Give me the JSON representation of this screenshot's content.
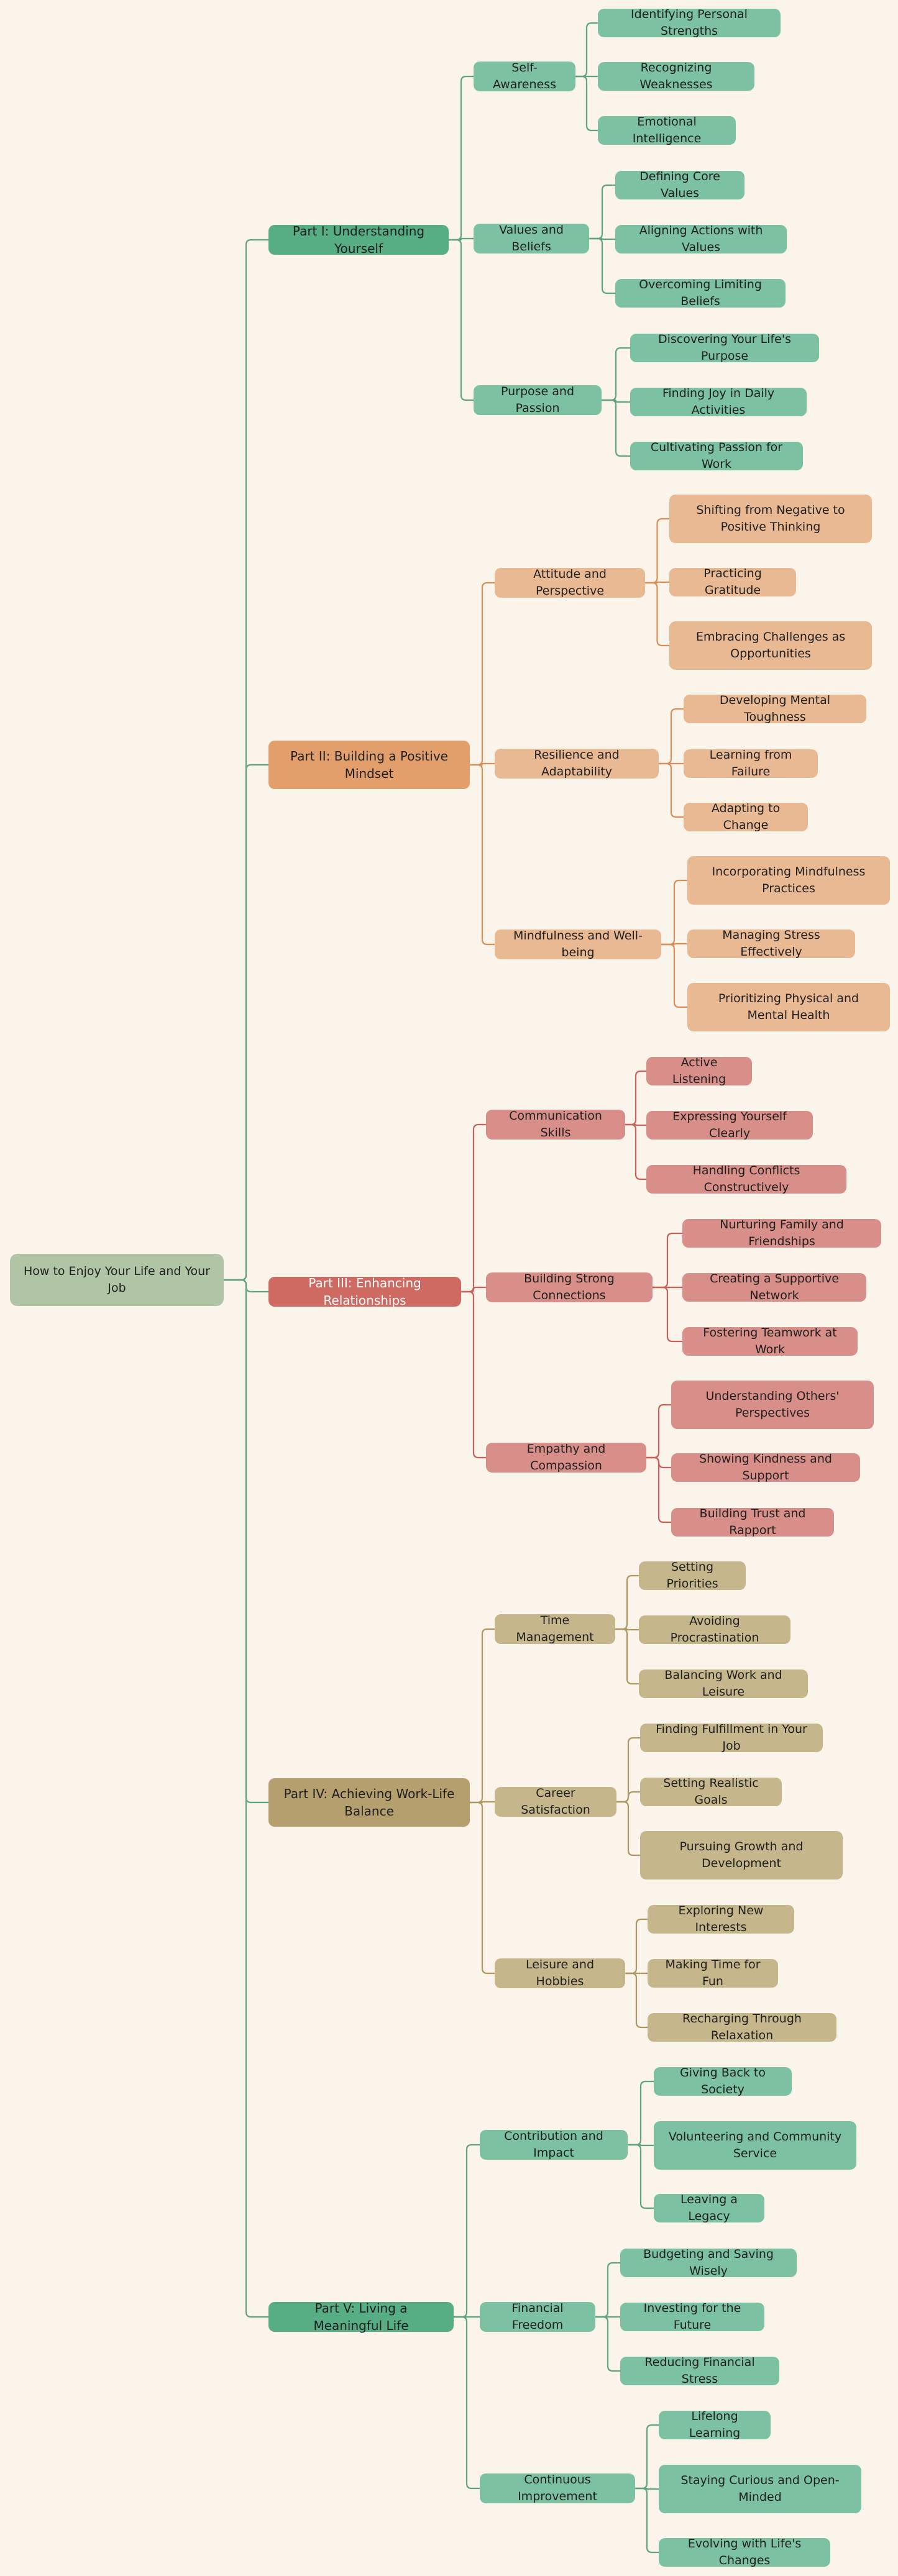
{
  "root": "How to Enjoy Your Life and Your Job",
  "colors": {
    "background": "#faf4ea",
    "root": "#b0c5a6",
    "root_edge": "#5fa47c"
  },
  "parts": [
    {
      "label": "Part I: Understanding Yourself",
      "color": "#57ad84",
      "sub": "#7cc2a2",
      "edge": "#5fa47c",
      "text": "#1f1f1f",
      "sections": [
        {
          "label": "Self-Awareness",
          "items": [
            "Identifying Personal Strengths",
            "Recognizing Weaknesses",
            "Emotional Intelligence"
          ]
        },
        {
          "label": "Values and Beliefs",
          "items": [
            "Defining Core Values",
            "Aligning Actions with Values",
            "Overcoming Limiting Beliefs"
          ]
        },
        {
          "label": "Purpose and Passion",
          "items": [
            "Discovering Your Life's Purpose",
            "Finding Joy in Daily Activities",
            "Cultivating Passion for Work"
          ]
        }
      ]
    },
    {
      "label": "Part II: Building a Positive Mindset",
      "color": "#e29f6c",
      "sub": "#e9b994",
      "edge": "#d98f58",
      "text": "#1f1f1f",
      "sections": [
        {
          "label": "Attitude and Perspective",
          "items": [
            "Shifting from Negative to Positive Thinking",
            "Practicing Gratitude",
            "Embracing Challenges as Opportunities"
          ]
        },
        {
          "label": "Resilience and Adaptability",
          "items": [
            "Developing Mental Toughness",
            "Learning from Failure",
            "Adapting to Change"
          ]
        },
        {
          "label": "Mindfulness and Well-being",
          "items": [
            "Incorporating Mindfulness Practices",
            "Managing Stress Effectively",
            "Prioritizing Physical and Mental Health"
          ]
        }
      ]
    },
    {
      "label": "Part III: Enhancing Relationships",
      "color": "#cf6a62",
      "sub": "#d98f89",
      "edge": "#c9615a",
      "text": "#ffffff",
      "sections": [
        {
          "label": "Communication Skills",
          "items": [
            "Active Listening",
            "Expressing Yourself Clearly",
            "Handling Conflicts Constructively"
          ]
        },
        {
          "label": "Building Strong Connections",
          "items": [
            "Nurturing Family and Friendships",
            "Creating a Supportive Network",
            "Fostering Teamwork at Work"
          ]
        },
        {
          "label": "Empathy and Compassion",
          "items": [
            "Understanding Others' Perspectives",
            "Showing Kindness and Support",
            "Building Trust and Rapport"
          ]
        }
      ]
    },
    {
      "label": "Part IV: Achieving Work-Life Balance",
      "color": "#b59f6e",
      "sub": "#c6b68b",
      "edge": "#ae9760",
      "text": "#1f1f1f",
      "sections": [
        {
          "label": "Time Management",
          "items": [
            "Setting Priorities",
            "Avoiding Procrastination",
            "Balancing Work and Leisure"
          ]
        },
        {
          "label": "Career Satisfaction",
          "items": [
            "Finding Fulfillment in Your Job",
            "Setting Realistic Goals",
            "Pursuing Growth and Development"
          ]
        },
        {
          "label": "Leisure and Hobbies",
          "items": [
            "Exploring New Interests",
            "Making Time for Fun",
            "Recharging Through Relaxation"
          ]
        }
      ]
    },
    {
      "label": "Part V: Living a Meaningful Life",
      "color": "#57ad84",
      "sub": "#7cc2a2",
      "edge": "#5fa47c",
      "text": "#1f1f1f",
      "sections": [
        {
          "label": "Contribution and Impact",
          "items": [
            "Giving Back to Society",
            "Volunteering and Community Service",
            "Leaving a Legacy"
          ]
        },
        {
          "label": "Financial Freedom",
          "items": [
            "Budgeting and Saving Wisely",
            "Investing for the Future",
            "Reducing Financial Stress"
          ]
        },
        {
          "label": "Continuous Improvement",
          "items": [
            "Lifelong Learning",
            "Staying Curious and Open-Minded",
            "Evolving with Life's Changes"
          ]
        }
      ]
    }
  ]
}
